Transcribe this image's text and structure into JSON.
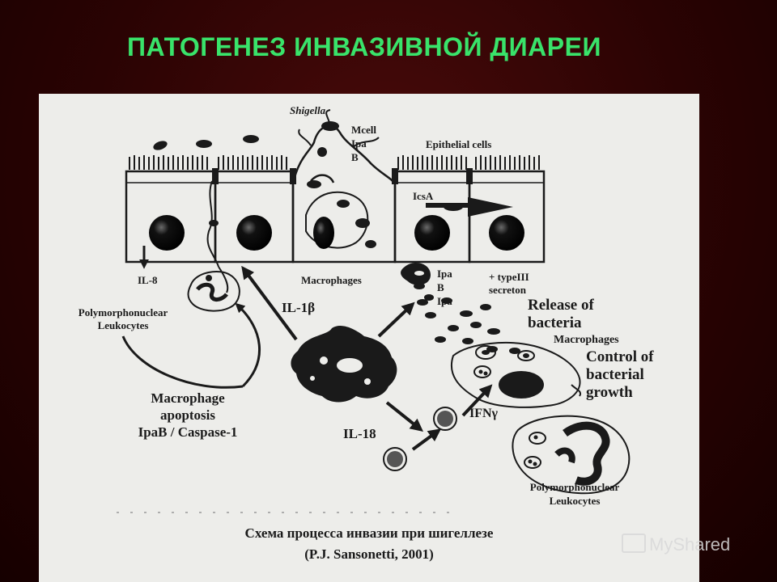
{
  "title": "ПАТОГЕНЕЗ ИНВАЗИВНОЙ ДИАРЕИ",
  "labels": {
    "shigella": "Shigella",
    "mcell": "Mcell",
    "ipa": "Ipa",
    "b": "B",
    "epithelial": "Epithelial cells",
    "icsa": "IcsA",
    "il8": "IL-8",
    "macrophages_top": "Macrophages",
    "ipa2": "Ipa",
    "b2": "B",
    "ipa3": "Ipa",
    "typeiii_1": "+ typeIII",
    "typeiii_2": "secreton",
    "pmn_left_1": "Polymorphonuclear",
    "pmn_left_2": "Leukocytes",
    "il1b": "IL-1β",
    "release_1": "Release of",
    "release_2": "bacteria",
    "macrophages_right": "Macrophages",
    "control_1": "Control of",
    "control_2": "bacterial",
    "control_3": "growth",
    "apoptosis_1": "Macrophage",
    "apoptosis_2": "apoptosis",
    "apoptosis_3": "IpaB / Caspase-1",
    "ifn": "IFNγ",
    "il18": "IL-18",
    "pmn_right_1": "Polymorphonuclear",
    "pmn_right_2": "Leukocytes"
  },
  "caption": {
    "line1": "Схема процесса инвазии при шигеллезе",
    "line2": "(P.J. Sansonetti, 2001)"
  },
  "watermark": "MyShared",
  "colors": {
    "title": "#39e36a",
    "panel": "#ededea",
    "ink": "#1a1a1a"
  }
}
